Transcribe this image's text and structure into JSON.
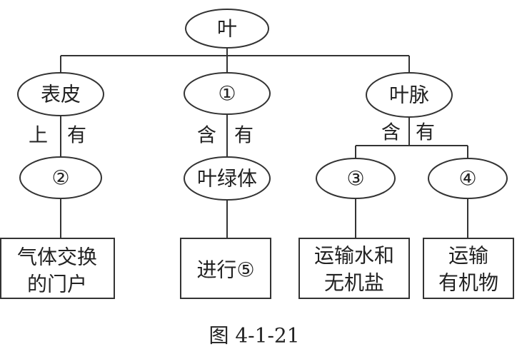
{
  "diagram": {
    "root": {
      "label": "叶"
    },
    "branches": [
      {
        "label": "表皮",
        "relation": {
          "left": "上",
          "right": "有"
        },
        "children": [
          {
            "label": "②",
            "function": [
              "气体交换",
              "的门户"
            ]
          }
        ]
      },
      {
        "label": "①",
        "relation": {
          "left": "含",
          "right": "有"
        },
        "children": [
          {
            "label": "叶绿体",
            "function": [
              "进行⑤"
            ]
          }
        ]
      },
      {
        "label": "叶脉",
        "relation": {
          "left": "含",
          "right": "有"
        },
        "children": [
          {
            "label": "③",
            "function": [
              "运输水和",
              "无机盐"
            ]
          },
          {
            "label": "④",
            "function": [
              "运输",
              "有机物"
            ]
          }
        ]
      }
    ],
    "caption": "图 4-1-21"
  }
}
